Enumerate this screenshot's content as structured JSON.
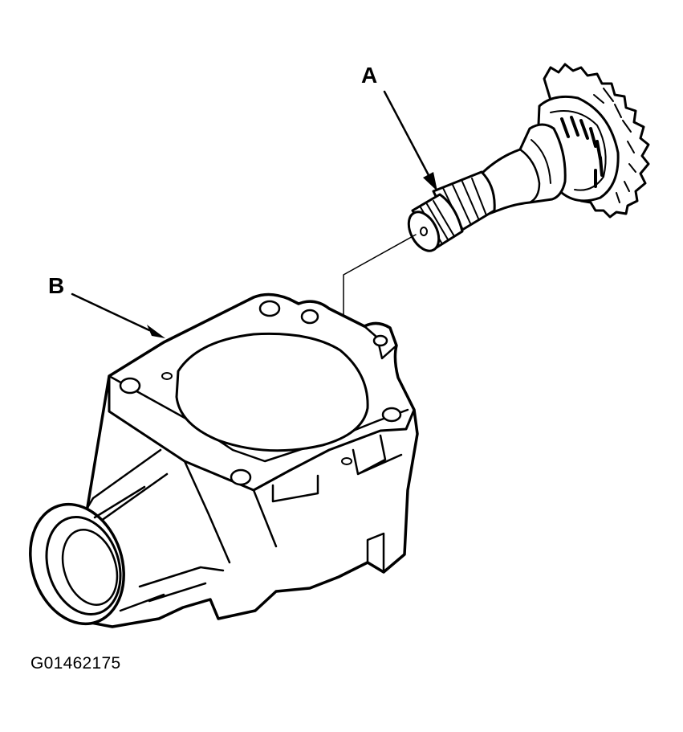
{
  "labels": {
    "part_a": "A",
    "part_b": "B"
  },
  "figure_id": "G01462175",
  "colors": {
    "line": "#000000",
    "background": "#ffffff"
  }
}
